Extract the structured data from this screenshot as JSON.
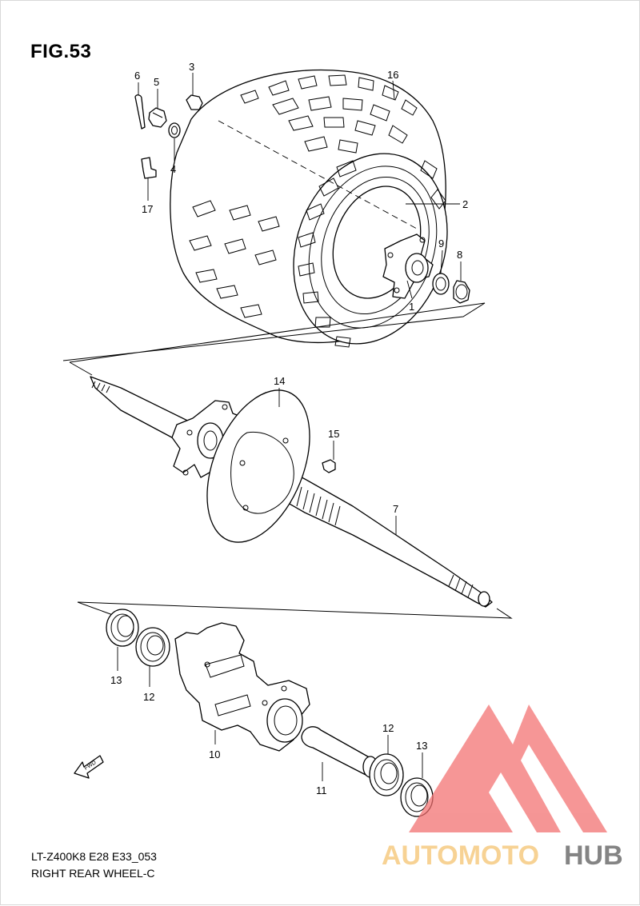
{
  "figure": {
    "title": "FIG.53",
    "code": "LT-Z400K8 E28 E33_053",
    "name": "RIGHT REAR WHEEL-C"
  },
  "callouts": [
    "1",
    "2",
    "3",
    "4",
    "5",
    "6",
    "7",
    "8",
    "9",
    "10",
    "11",
    "12",
    "12",
    "13",
    "13",
    "14",
    "15",
    "16",
    "17"
  ],
  "labels": {
    "p1": "1",
    "p2": "2",
    "p3": "3",
    "p4": "4",
    "p5": "5",
    "p6": "6",
    "p7": "7",
    "p8": "8",
    "p9": "9",
    "p10": "10",
    "p11": "11",
    "p12a": "12",
    "p12b": "12",
    "p13a": "13",
    "p13b": "13",
    "p14": "14",
    "p15": "15",
    "p16": "16",
    "p17": "17"
  },
  "fwd_arrow": {
    "text": "FWD",
    "icon": "forward-arrow-icon"
  },
  "watermark": {
    "text_part1": "AUTOMOTO",
    "text_part2": "HUB",
    "color_primary": "#f26d6d",
    "color_secondary": "#f5c26b",
    "color_dark": "#555555"
  }
}
